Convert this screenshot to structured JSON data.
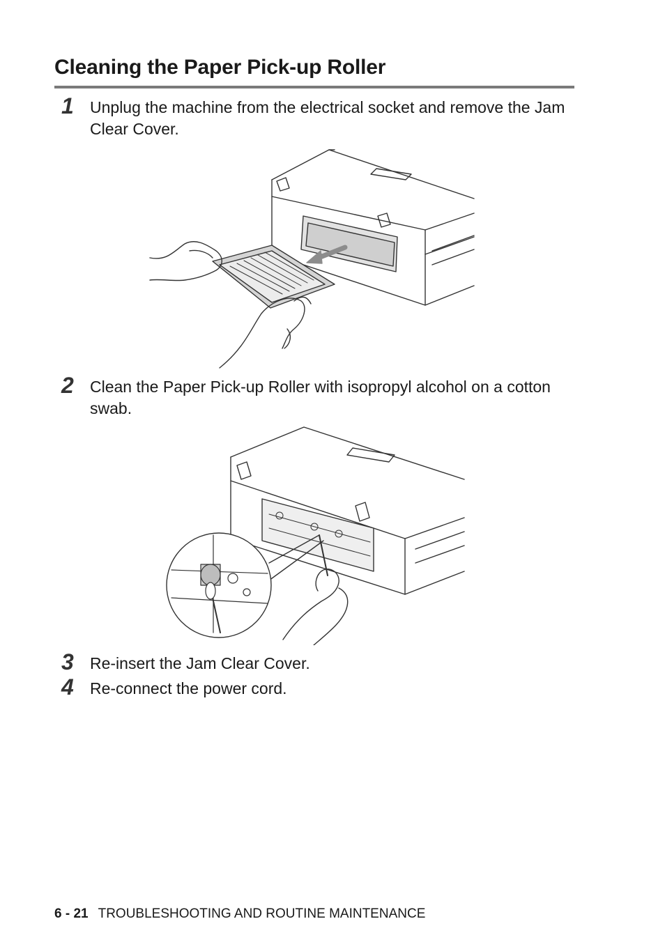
{
  "page": {
    "title": "Cleaning the Paper Pick-up Roller"
  },
  "steps": [
    {
      "number": "1",
      "text": "Unplug the machine from the electrical socket and remove the Jam Clear Cover."
    },
    {
      "number": "2",
      "text": "Clean the Paper Pick-up Roller with isopropyl alcohol on a cotton swab."
    },
    {
      "number": "3",
      "text": "Re-insert the Jam Clear Cover."
    },
    {
      "number": "4",
      "text": "Re-connect the power cord."
    }
  ],
  "illustrations": [
    {
      "icon": "remove-jam-clear-cover-illustration"
    },
    {
      "icon": "clean-pickup-roller-illustration"
    }
  ],
  "footer": {
    "page_number": "6 - 21",
    "section": "TROUBLESHOOTING AND ROUTINE MAINTENANCE"
  }
}
